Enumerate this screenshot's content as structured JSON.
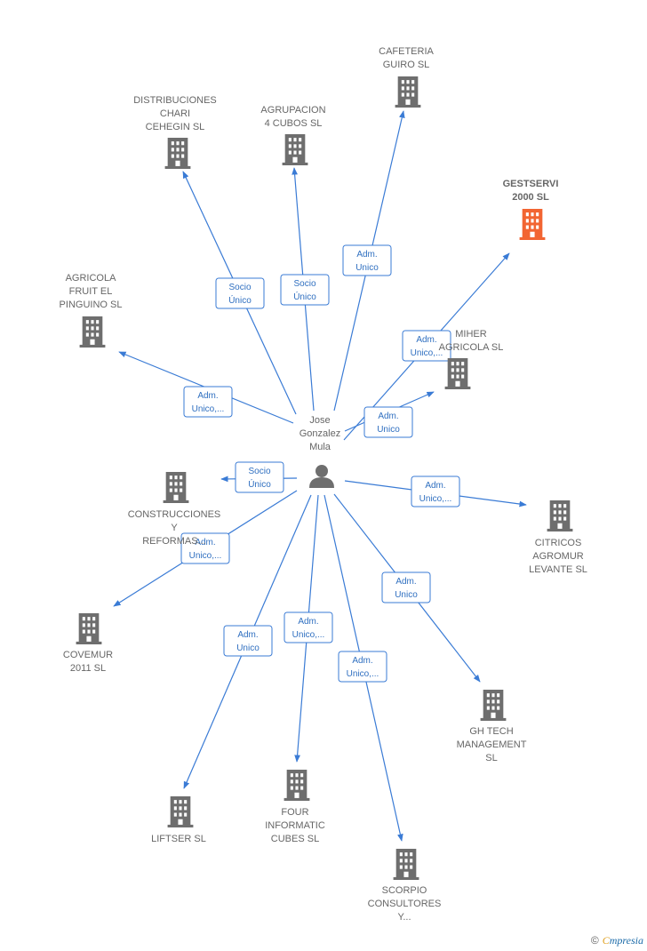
{
  "center": {
    "name": "Jose Gonzalez Mula",
    "label_lines": [
      "Jose",
      "Gonzalez",
      "Mula"
    ],
    "icon": "person-icon"
  },
  "colors": {
    "edge": "#3a7bd5",
    "building": "#6e6e6e",
    "highlight": "#f26532",
    "label": "#666666"
  },
  "companies": [
    {
      "id": "cafeteria",
      "label_lines": [
        "CAFETERIA",
        "GUIRO  SL"
      ],
      "highlight": false,
      "relation": [
        "Adm.",
        "Unico"
      ]
    },
    {
      "id": "distribuciones",
      "label_lines": [
        "DISTRIBUCIONES",
        "CHARI",
        "CEHEGIN  SL"
      ],
      "highlight": false,
      "relation": [
        "Socio",
        "Único"
      ]
    },
    {
      "id": "agrupacion",
      "label_lines": [
        "AGRUPACION",
        "4 CUBOS  SL"
      ],
      "highlight": false,
      "relation": [
        "Socio",
        "Único"
      ]
    },
    {
      "id": "gestservi",
      "label_lines": [
        "GESTSERVI",
        "2000  SL"
      ],
      "highlight": true,
      "relation": [
        "Adm.",
        "Unico,..."
      ]
    },
    {
      "id": "agricola",
      "label_lines": [
        "AGRICOLA",
        "FRUIT EL",
        "PINGUINO  SL"
      ],
      "highlight": false,
      "relation": [
        "Adm.",
        "Unico,..."
      ]
    },
    {
      "id": "miher",
      "label_lines": [
        "MIHER",
        "AGRICOLA  SL"
      ],
      "highlight": false,
      "relation": [
        "Adm.",
        "Unico"
      ]
    },
    {
      "id": "construcciones",
      "label_lines": [
        "CONSTRUCCIONES",
        "Y",
        "REFORMAS..."
      ],
      "highlight": false,
      "relation": [
        "Socio",
        "Único"
      ]
    },
    {
      "id": "citricos",
      "label_lines": [
        "CITRICOS",
        "AGROMUR",
        "LEVANTE  SL"
      ],
      "highlight": false,
      "relation": [
        "Adm.",
        "Unico,..."
      ]
    },
    {
      "id": "covemur",
      "label_lines": [
        "COVEMUR",
        "2011 SL"
      ],
      "highlight": false,
      "relation": [
        "Adm.",
        "Unico,..."
      ]
    },
    {
      "id": "ghtech",
      "label_lines": [
        "GH TECH",
        "MANAGEMENT",
        "SL"
      ],
      "highlight": false,
      "relation": [
        "Adm.",
        "Unico"
      ]
    },
    {
      "id": "liftser",
      "label_lines": [
        "LIFTSER  SL"
      ],
      "highlight": false,
      "relation": [
        "Adm.",
        "Unico"
      ]
    },
    {
      "id": "four",
      "label_lines": [
        "FOUR",
        "INFORMATIC",
        "CUBES  SL"
      ],
      "highlight": false,
      "relation": [
        "Adm.",
        "Unico,..."
      ]
    },
    {
      "id": "scorpio",
      "label_lines": [
        "SCORPIO",
        "CONSULTORES",
        "Y..."
      ],
      "highlight": false,
      "relation": [
        "Adm.",
        "Unico,..."
      ]
    }
  ],
  "footer": {
    "copyright": "©",
    "brand_first": "C",
    "brand_rest": "mpresia"
  }
}
